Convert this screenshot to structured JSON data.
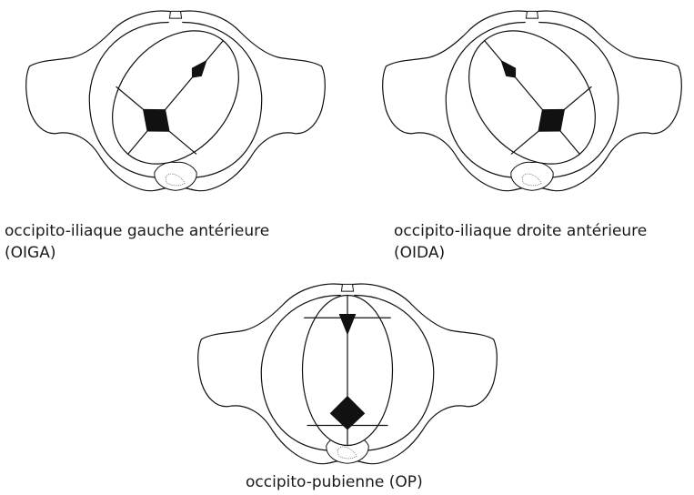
{
  "diagrams": [
    {
      "label": "occipito-iliaque gauche antérieure",
      "abbrev": "(OIGA)"
    },
    {
      "label": "occipito-iliaque droite antérieure",
      "abbrev": "(OIDA)"
    },
    {
      "label": "occipito-pubienne (OP)"
    }
  ]
}
